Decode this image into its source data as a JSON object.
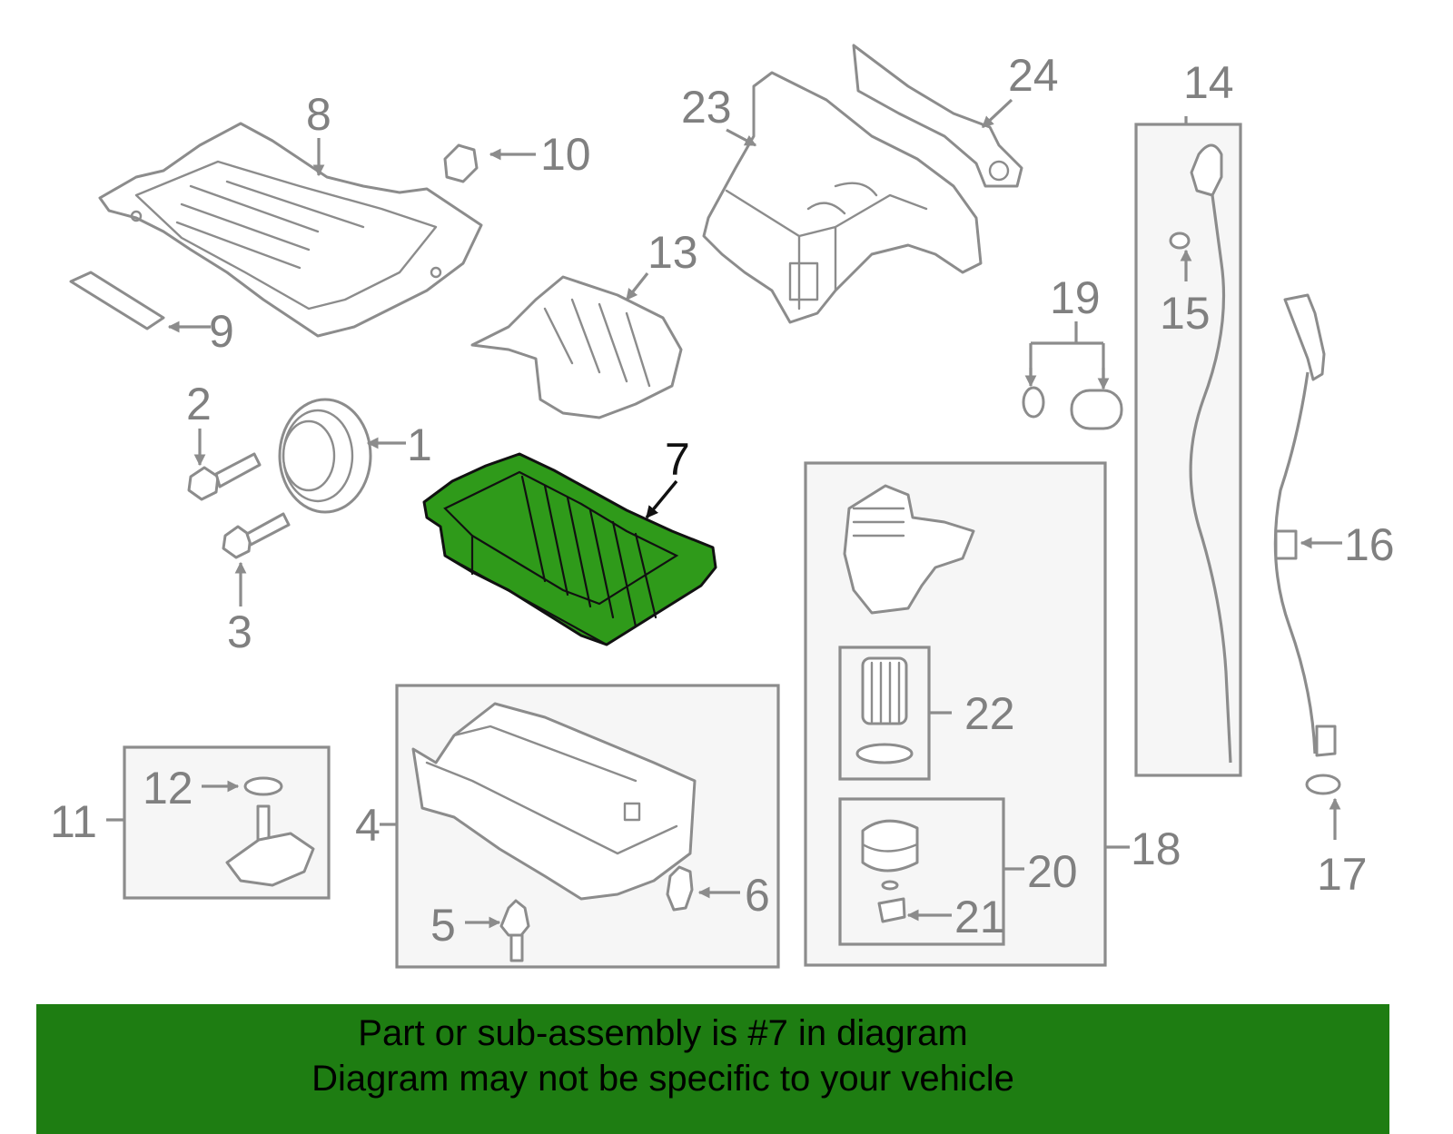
{
  "diagram": {
    "highlight_color": "#2f9a1a",
    "callouts": [
      "1",
      "2",
      "3",
      "4",
      "5",
      "6",
      "7",
      "8",
      "9",
      "10",
      "11",
      "12",
      "13",
      "14",
      "15",
      "16",
      "17",
      "18",
      "19",
      "20",
      "21",
      "22",
      "23",
      "24"
    ],
    "highlighted_callout": "7"
  },
  "banner": {
    "background": "#1e7d12",
    "line1": "Part or sub-assembly is #7 in diagram",
    "line2": "Diagram may not be specific to your vehicle"
  }
}
